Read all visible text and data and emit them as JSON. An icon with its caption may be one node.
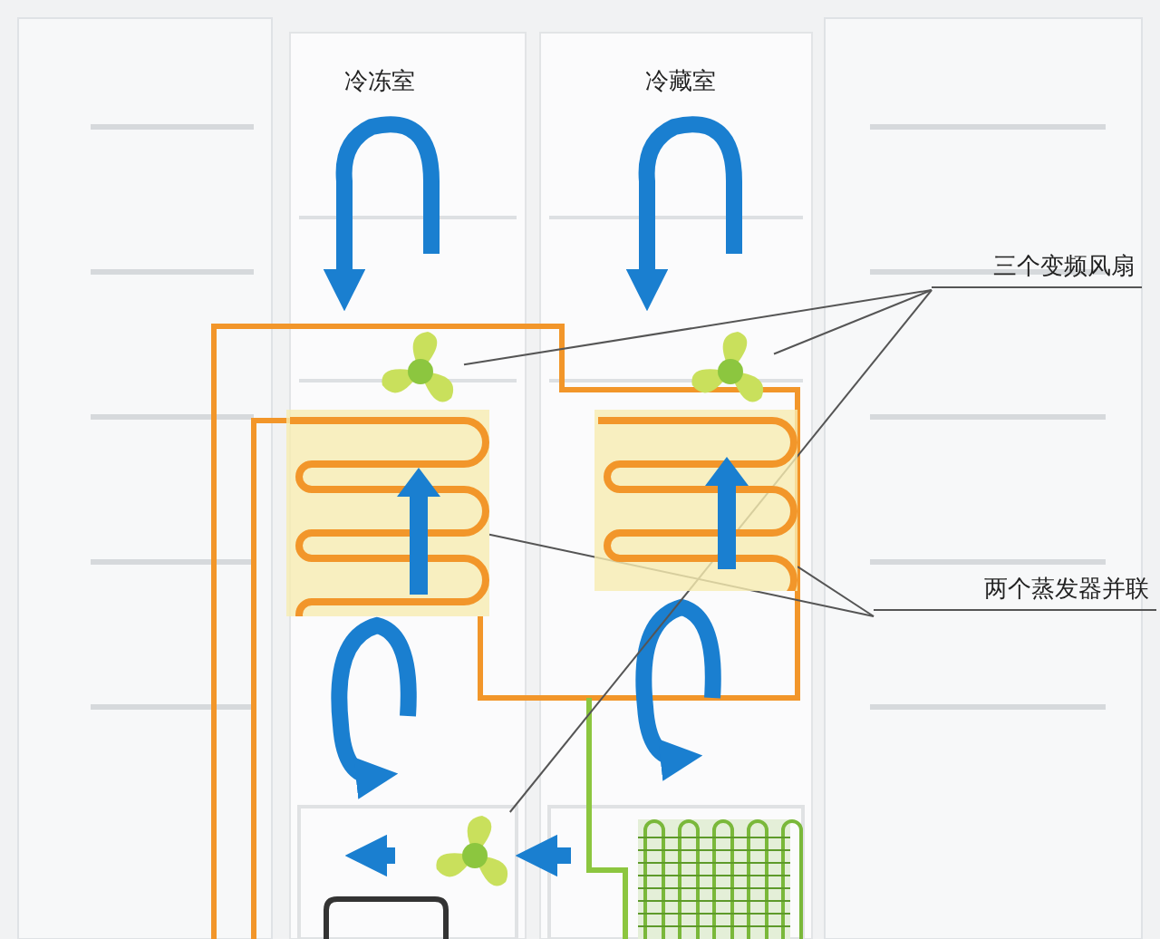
{
  "diagram": {
    "nodes": [
      {
        "text": [
          "三个变频风扇"
        ]
      },
      {
        "text": [
          "两个蒸发器并联"
        ]
      },
      {
        "text": [],
        "shape": "fan"
      },
      {
        "text": [],
        "shape": "fan"
      },
      {
        "text": [],
        "shape": "fan"
      },
      {
        "text": [],
        "shape": "coil"
      },
      {
        "text": [],
        "shape": "coil"
      }
    ],
    "edges": [
      {
        "from": 0,
        "to": 2,
        "arrow": "none"
      },
      {
        "from": 0,
        "to": 3,
        "arrow": "none"
      },
      {
        "from": 0,
        "to": 4,
        "arrow": "none"
      },
      {
        "from": 1,
        "to": 5,
        "arrow": "none"
      },
      {
        "from": 1,
        "to": 6,
        "arrow": "none"
      }
    ],
    "labels": [
      "冷冻室",
      "冷藏室"
    ]
  }
}
